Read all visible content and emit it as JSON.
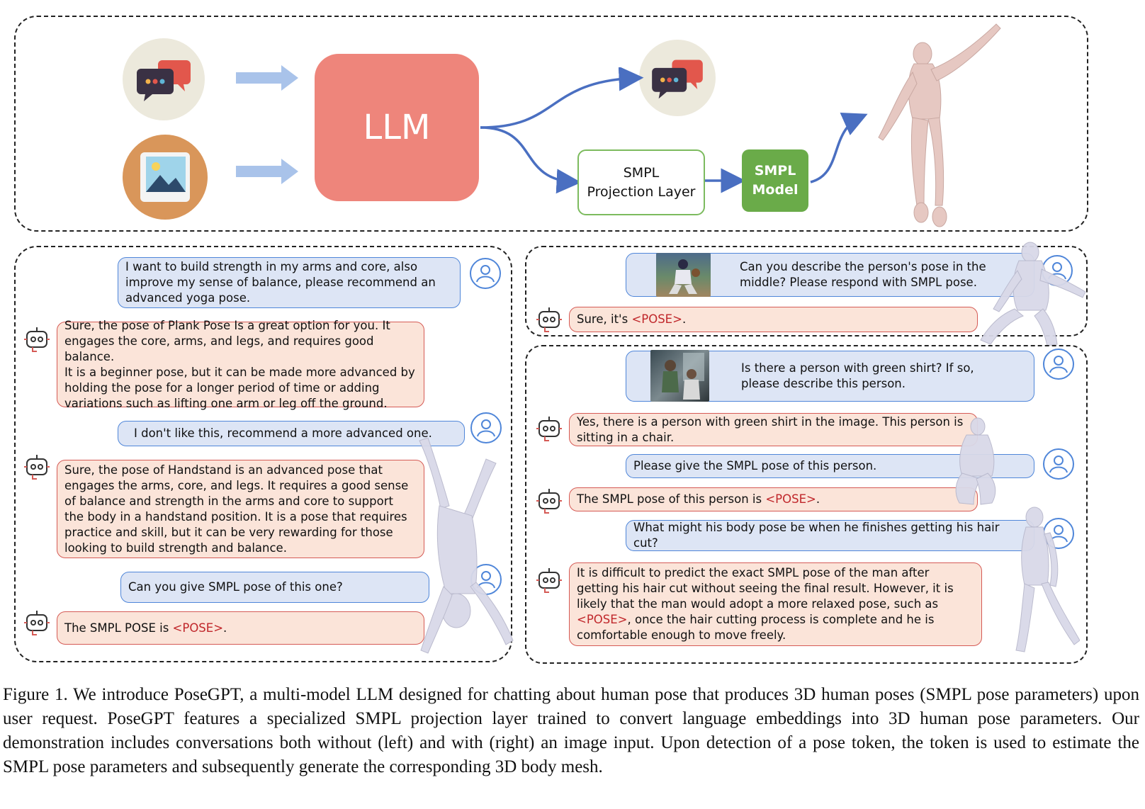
{
  "diagram": {
    "llm_label": "LLM",
    "projection_label_1": "SMPL",
    "projection_label_2": "Projection Layer",
    "smpl_model_label_1": "SMPL",
    "smpl_model_label_2": "Model",
    "colors": {
      "llm": "#ee857b",
      "smpl_model": "#6aab49",
      "arrows": "#4a6fc1",
      "input_arrows": "#a9c3ea"
    }
  },
  "left_chat": {
    "messages": [
      {
        "role": "user",
        "text": " I want to build strength in my arms and core, also\nimprove my sense of balance, please recommend an\nadvanced yoga pose."
      },
      {
        "role": "bot",
        "text": "Sure, the pose of Plank Pose Is a great option for you. It\nengages the core, arms, and legs, and requires good balance.\nIt is a beginner pose, but it can be made more advanced by\nholding the pose for a longer period of time or adding\nvariations such as lifting one arm or leg off the ground."
      },
      {
        "role": "user",
        "text": "I don't like this, recommend a more advanced one."
      },
      {
        "role": "bot",
        "text": "Sure, the pose of Handstand is an advanced pose that\nengages the arms, core, and legs. It requires a good sense\nof balance and strength in the arms and core to support\nthe body in a handstand position. It is a pose that requires\npractice and skill, but it can be very rewarding for those\nlooking to build strength and balance."
      },
      {
        "role": "user",
        "text": "Can you give SMPL pose of this one?"
      },
      {
        "role": "bot",
        "text_before": "The SMPL POSE is ",
        "token": "<POSE>",
        "text_after": "."
      }
    ]
  },
  "right_top_chat": {
    "messages": [
      {
        "role": "user",
        "text": "Can you describe the person's pose in the\nmiddle? Please respond with SMPL pose."
      },
      {
        "role": "bot",
        "text_before": "Sure, it's ",
        "token": "<POSE>",
        "text_after": "."
      }
    ]
  },
  "right_bottom_chat": {
    "messages": [
      {
        "role": "user",
        "text": "Is there a person with green shirt? If so,\nplease describe this person."
      },
      {
        "role": "bot",
        "text": "Yes, there is a person with green shirt in the image. This person is\nsitting in a chair."
      },
      {
        "role": "user",
        "text": "Please give the SMPL pose of this person."
      },
      {
        "role": "bot",
        "text_before": "The SMPL pose of this person is ",
        "token": "<POSE>",
        "text_after": "."
      },
      {
        "role": "user",
        "text": "What might his body pose be when he finishes getting his hair cut?"
      },
      {
        "role": "bot",
        "text_before": "It is difficult to predict the exact SMPL pose of the man after\ngetting his hair cut without seeing the final result. However, it is\nlikely that the man would adopt a more relaxed pose, such as\n",
        "token": "<POSE>",
        "text_after": ", once the hair cutting process is complete and he is\ncomfortable enough to move freely."
      }
    ]
  },
  "caption": "Figure 1.  We introduce PoseGPT, a multi-model LLM designed for chatting about human pose that produces 3D human poses (SMPL pose parameters) upon user request. PoseGPT features a specialized SMPL projection layer trained to convert language embeddings into 3D human pose parameters. Our demonstration includes conversations both without (left) and with (right) an image input. Upon detection of a pose token, the token is used to estimate the SMPL pose parameters and subsequently generate the corresponding 3D body mesh."
}
